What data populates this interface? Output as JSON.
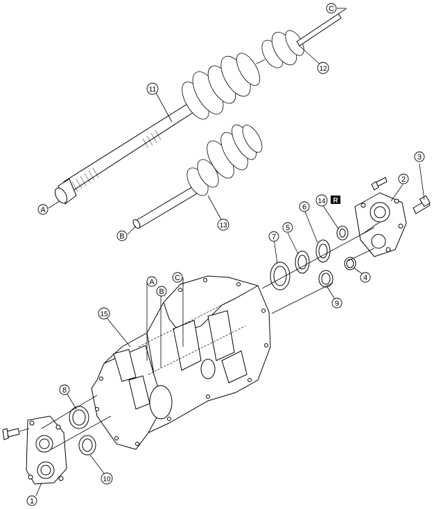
{
  "callouts": [
    {
      "id": "c1",
      "text": "1"
    },
    {
      "id": "c2",
      "text": "2"
    },
    {
      "id": "c3",
      "text": "3"
    },
    {
      "id": "c4",
      "text": "4"
    },
    {
      "id": "c5",
      "text": "5"
    },
    {
      "id": "c6",
      "text": "6"
    },
    {
      "id": "c7",
      "text": "7"
    },
    {
      "id": "c8",
      "text": "8"
    },
    {
      "id": "c9",
      "text": "9"
    },
    {
      "id": "c10",
      "text": "10"
    },
    {
      "id": "c11",
      "text": "11"
    },
    {
      "id": "c12",
      "text": "12"
    },
    {
      "id": "c13",
      "text": "13"
    },
    {
      "id": "c14",
      "text": "14"
    },
    {
      "id": "c15",
      "text": "15"
    }
  ],
  "letters": {
    "A": "A",
    "B": "B",
    "C": "C"
  },
  "badge": "R"
}
